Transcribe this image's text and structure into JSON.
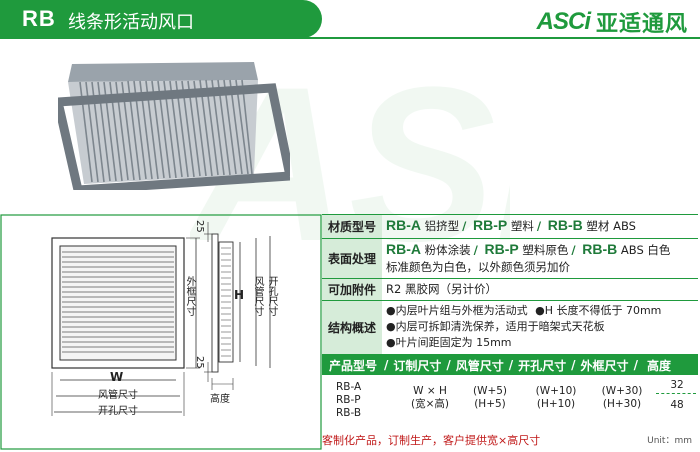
{
  "header": {
    "code": "RB",
    "title": "线条形活动风口"
  },
  "brand": {
    "logo_text": "ASCi",
    "name": "亚适通风"
  },
  "drawing": {
    "dim_25_top": "25",
    "dim_25_bottom": "25",
    "outer_frame_label": "外框尺寸",
    "h_label": "H",
    "duct_size_label": "风管尺寸",
    "opening_size_label": "开孔尺寸",
    "height_label": "高度",
    "w_label": "W",
    "duct_size_bottom": "风管尺寸",
    "opening_size_bottom": "开孔尺寸"
  },
  "spec": {
    "material": {
      "label": "材质型号",
      "a_code": "RB-A",
      "a_text": "铝挤型",
      "p_code": "RB-P",
      "p_text": "塑料",
      "b_code": "RB-B",
      "b_text": "塑材 ABS"
    },
    "finish": {
      "label": "表面处理",
      "a_code": "RB-A",
      "a_text": "粉体涂装",
      "p_code": "RB-P",
      "p_text": "塑料原色",
      "b_code": "RB-B",
      "b_text": "ABS 白色",
      "line2": "标准颜色为白色，以外颜色须另加价"
    },
    "accessory": {
      "label": "可加附件",
      "text": "R2 黑胶网（另计价）"
    },
    "structure": {
      "label": "结构概述",
      "line1a": "●内层叶片组与外框为活动式",
      "line1b": "●H 长度不得低于 70mm",
      "line2": "●内层可拆卸清洗保养，适用于暗架式天花板",
      "line3": "●叶片间距固定为 15mm"
    },
    "sizes": {
      "headers": [
        "产品型号",
        "订制尺寸",
        "风管尺寸",
        "开孔尺寸",
        "外框尺寸",
        "高度"
      ],
      "models": [
        "RB-A",
        "RB-P",
        "RB-B"
      ],
      "custom": [
        "W × H",
        "(宽×高)"
      ],
      "duct": [
        "(W+5)",
        "(H+5)"
      ],
      "opening": [
        "(W+10)",
        "(H+10)"
      ],
      "outer": [
        "(W+30)",
        "(H+30)"
      ],
      "heights": [
        "32",
        "48"
      ]
    }
  },
  "footnote": "客制化产品，订制生产，客户提供宽×高尺寸",
  "unit": "Unit：mm",
  "colors": {
    "brand_green": "#1f9a3d",
    "label_bg": "#d6ecd9",
    "footnote_red": "#c01818"
  }
}
